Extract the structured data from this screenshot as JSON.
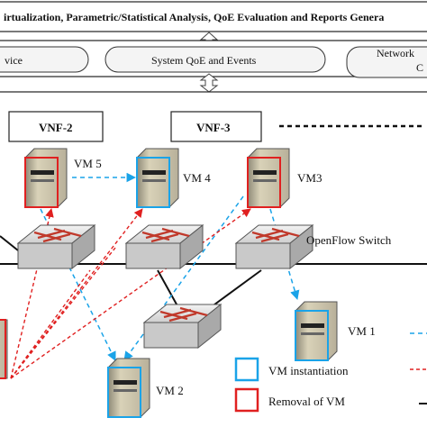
{
  "header": {
    "title": "irtualization, Parametric/Statistical Analysis, QoE Evaluation and Reports Genera"
  },
  "services": {
    "left_label": "vice",
    "center_label": "System QoE and Events",
    "right_label_line1": "Network",
    "right_label_line2": "C"
  },
  "vnfs": [
    {
      "label": "VNF-2"
    },
    {
      "label": "VNF-3"
    }
  ],
  "vms": {
    "vm5": "VM 5",
    "vm4": "VM 4",
    "vm3": "VM3",
    "vm1": "VM 1",
    "vm2": "VM 2"
  },
  "switch_label": "OpenFlow Switch",
  "legend": {
    "instantiation": "VM instantiation",
    "removal": "Removal of VM"
  },
  "colors": {
    "instantiation": "#1aa3e8",
    "removal": "#e02020",
    "migration_blue": "#1aa3e8",
    "migration_red": "#e02020",
    "switch_body": "#d8d8d8",
    "server_body": "#d9d2b8"
  }
}
